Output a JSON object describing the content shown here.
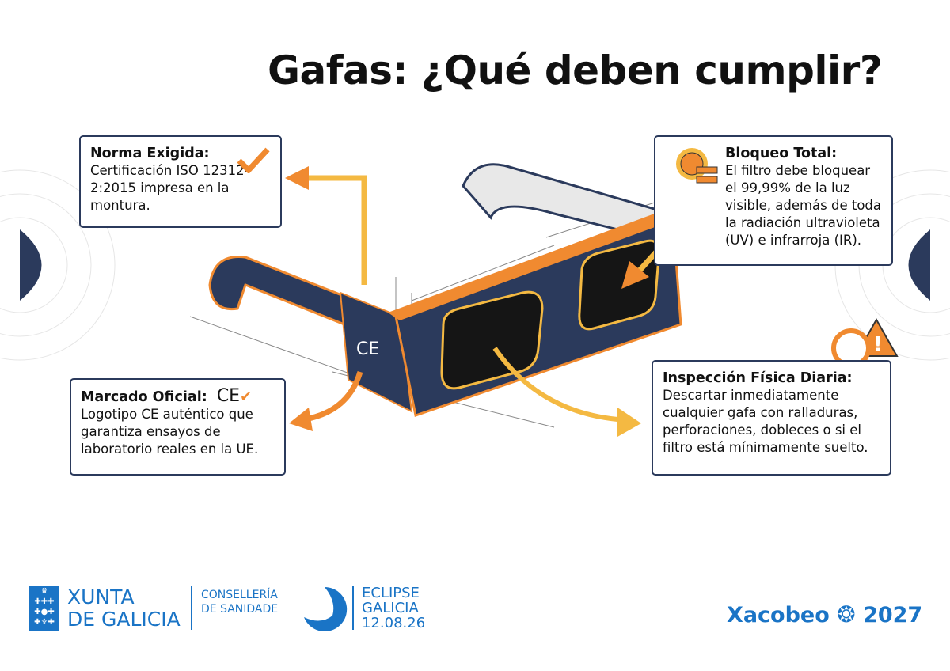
{
  "title": "Gafas: ¿Qué deben cumplir?",
  "cards": [
    {
      "heading": "Norma Exigida:",
      "body": "Certificación ISO 12312-2:2015 impresa en la montura.",
      "icon": "checkmark-icon"
    },
    {
      "heading": "Bloqueo Total:",
      "body": "El filtro debe bloquear el 99,99% de la luz visible, además de toda la radiación ultravioleta (UV) e infrarroja (IR).",
      "icon": "sun-filter-icon"
    },
    {
      "heading": "Marcado Oficial:",
      "body": "Logotipo CE auténtico que garantiza ensayos de laboratorio reales en la UE.",
      "icon": "ce-check-icon",
      "mark": "CE"
    },
    {
      "heading": "Inspección Física Diaria:",
      "body": "Descartar inmediatamente cualquier gafa con ralladuras, perforaciones, dobleces o si el filtro está mínimamente suelto.",
      "icon": "magnifier-warning-icon"
    }
  ],
  "glasses_mark": "CE",
  "footer": {
    "xunta_line1": "XUNTA",
    "xunta_line2": "DE GALICIA",
    "conselleria_line1": "CONSELLERÍA",
    "conselleria_line2": "DE SANIDADE",
    "eclipse_line1": "ECLIPSE",
    "eclipse_line2": "GALICIA",
    "eclipse_date": "12.08.26",
    "xacobeo_word": "Xacobeo",
    "xacobeo_year": "2027"
  },
  "colors": {
    "navy": "#2b3a5c",
    "orange": "#f08a30",
    "yellow": "#f4b942",
    "brand_blue": "#1a74c6"
  }
}
